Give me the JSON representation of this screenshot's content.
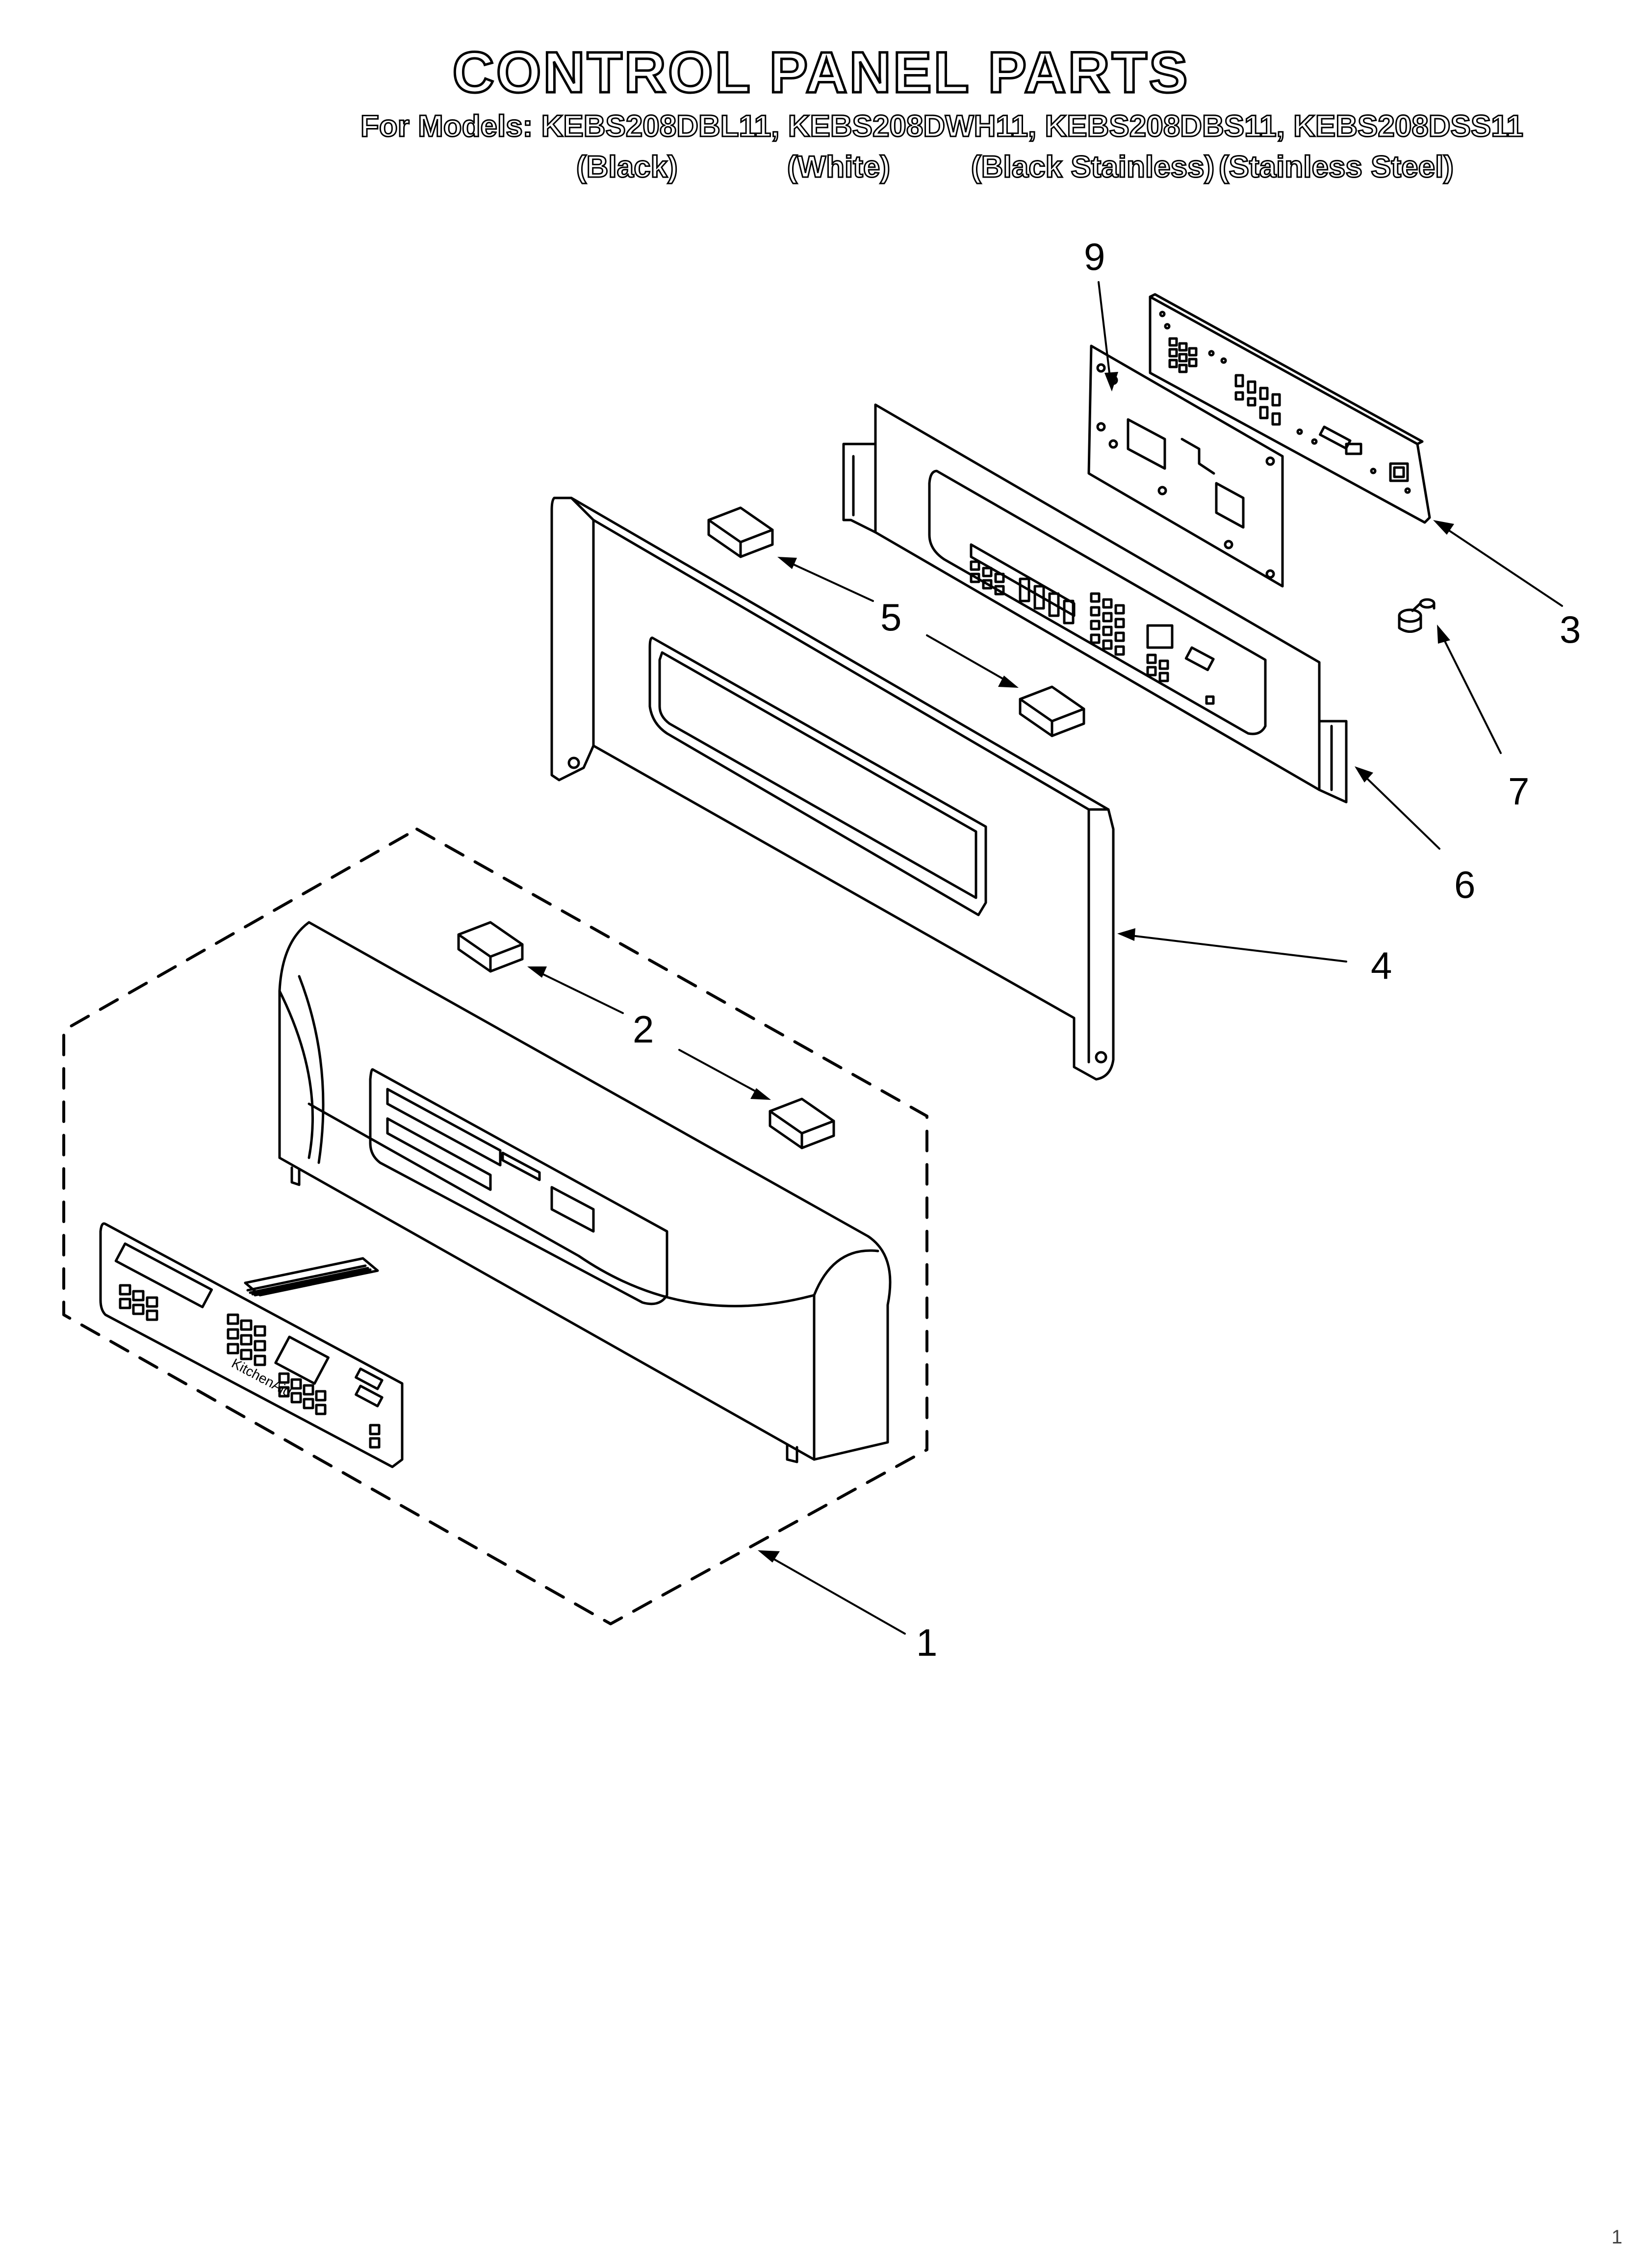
{
  "title": "CONTROL PANEL PARTS",
  "models_label": "For Models:",
  "models": [
    "KEBS208DBL11,",
    "KEBS208DWH11,",
    "KEBS208DBS11,",
    "KEBS208DSS11"
  ],
  "finishes": [
    "(Black)",
    "(White)",
    "(Black Stainless)",
    "(Stainless Steel)"
  ],
  "brand_on_overlay": "KitchenAid",
  "callouts": {
    "c1": "1",
    "c2": "2",
    "c3": "3",
    "c4": "4",
    "c5": "5",
    "c6": "6",
    "c7": "7",
    "c9": "9"
  },
  "footer_page": "1"
}
